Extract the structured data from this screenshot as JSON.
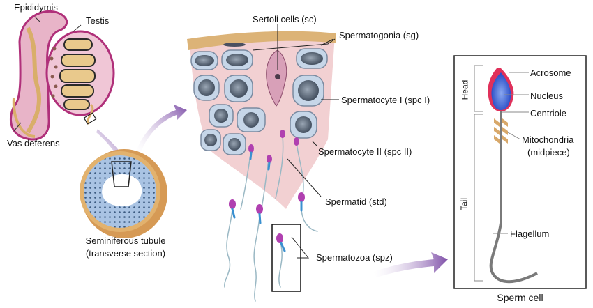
{
  "diagram": {
    "title": "Spermatogenesis and sperm cell structure",
    "testis_section": {
      "labels": {
        "epididymis": "Epididymis",
        "testis": "Testis",
        "vas_deferens": "Vas deferens"
      }
    },
    "tubule_section": {
      "label_line1": "Seminiferous  tubule",
      "label_line2": "(transverse section)"
    },
    "wall_section": {
      "labels": {
        "sertoli": "Sertoli cells (sc)",
        "spermatogonia": "Spermatogonia (sg)",
        "spermatocyte1": "Spermatocyte I (spc I)",
        "spermatocyte2": "Spermatocyte II (spc II)",
        "spermatid": "Spermatid (std)",
        "spermatozoa": "Spermatozoa (spz)"
      }
    },
    "sperm_cell_panel": {
      "caption": "Sperm cell",
      "regions": {
        "head": "Head",
        "tail": "Tail"
      },
      "parts": {
        "acrosome": "Acrosome",
        "nucleus": "Nucleus",
        "centriole": "Centriole",
        "mitochondria": "Mitochondria",
        "midpiece": "(midpiece)",
        "flagellum": "Flagellum"
      }
    },
    "colors": {
      "arrow": "#8a5fb0",
      "testis_pink": "#e8b4c8",
      "testis_magenta": "#b0307a",
      "tubule_tan": "#e2b26e",
      "cell_blue": "#b9cbe0",
      "nucleus_dark": "#4a5868",
      "acrosome_red": "#e0305a",
      "sperm_nucleus_blue": "#4a70e0",
      "spermatid_head": "#b040b0"
    }
  }
}
